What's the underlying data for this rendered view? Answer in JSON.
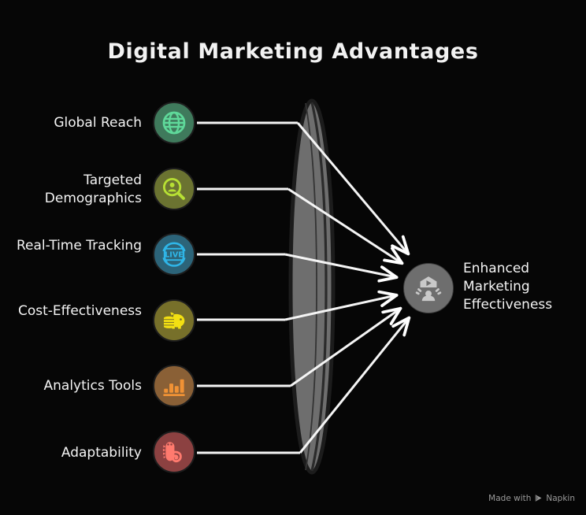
{
  "title": "Digital Marketing Advantages",
  "theme": {
    "background": "#060606",
    "text": "#f4f4f4",
    "connector": "#ffffff",
    "funnel_fill": "#6e6e6e",
    "funnel_stroke": "#2a2a2a"
  },
  "sources": [
    {
      "id": "global-reach",
      "label": "Global Reach",
      "icon": "globe-icon",
      "badge_color": "#3f7a5c",
      "icon_color": "#5fd99a",
      "border_color": "#1d1d1d"
    },
    {
      "id": "targeted-demographics",
      "label": "Targeted Demographics",
      "icon": "user-search-icon",
      "badge_color": "#6b7331",
      "icon_color": "#b7e034",
      "border_color": "#1d1d1d"
    },
    {
      "id": "real-time-tracking",
      "label": "Real-Time Tracking",
      "icon": "live-globe-icon",
      "badge_color": "#2c6479",
      "icon_color": "#2fb6e8",
      "border_color": "#1d1d1d"
    },
    {
      "id": "cost-effectiveness",
      "label": "Cost-Effectiveness",
      "icon": "piggy-bank-icon",
      "badge_color": "#77702a",
      "icon_color": "#f3e012",
      "border_color": "#1d1d1d"
    },
    {
      "id": "analytics-tools",
      "label": "Analytics Tools",
      "icon": "bar-chart-icon",
      "badge_color": "#8a6036",
      "icon_color": "#f09235",
      "border_color": "#1d1d1d"
    },
    {
      "id": "adaptability",
      "label": "Adaptability",
      "icon": "chameleon-icon",
      "badge_color": "#8c4141",
      "icon_color": "#ff7a6e",
      "border_color": "#1d1d1d"
    }
  ],
  "target": {
    "id": "enhanced-marketing-effectiveness",
    "label": "Enhanced Marketing Effectiveness",
    "icon": "marketing-broadcast-icon",
    "badge_color": "#6e6e6e",
    "icon_color": "#c9c9c9"
  },
  "funnel": {
    "name": "central-funnel-disc",
    "fill": "#6e6e6e",
    "stroke": "#2a2a2a",
    "highlight": "#7b7b7b"
  },
  "watermark": {
    "prefix": "Made with",
    "brand": "Napkin",
    "logo": "play-icon"
  },
  "chart_data": {
    "type": "diagram",
    "layout": "many-to-one-funnel",
    "title": "Digital Marketing Advantages",
    "inputs": [
      "Global Reach",
      "Targeted Demographics",
      "Real-Time Tracking",
      "Cost-Effectiveness",
      "Analytics Tools",
      "Adaptability"
    ],
    "output": "Enhanced Marketing Effectiveness",
    "edge_count": 6
  }
}
